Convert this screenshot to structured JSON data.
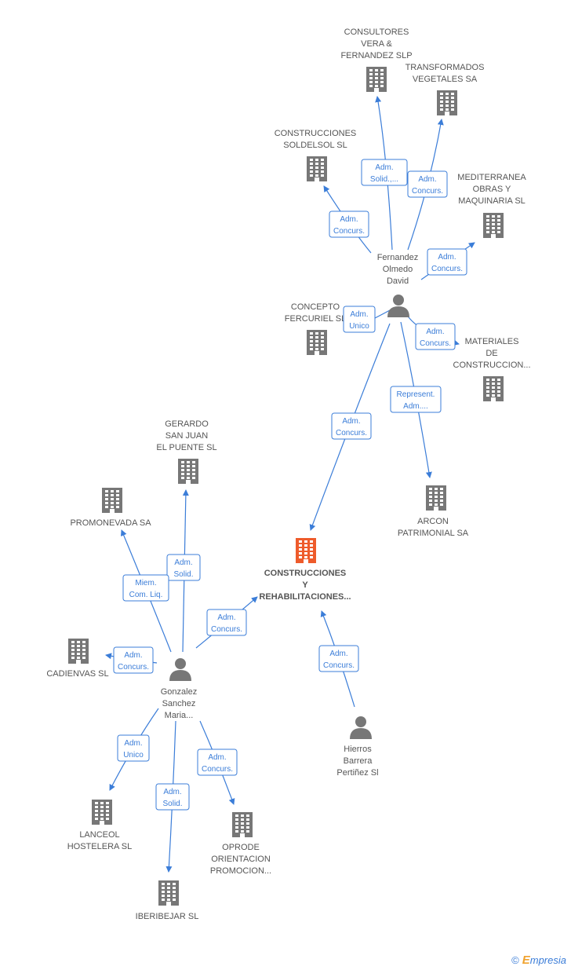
{
  "colors": {
    "node": "#777777",
    "focus": "#ee5b2b",
    "edge": "#3b7dd8",
    "text": "#555555"
  },
  "nodes": [
    {
      "id": "consultores",
      "type": "company",
      "label": [
        "CONSULTORES",
        "VERA &",
        "FERNANDEZ  SLP"
      ]
    },
    {
      "id": "transformados",
      "type": "company",
      "label": [
        "TRANSFORMADOS",
        "VEGETALES SA"
      ]
    },
    {
      "id": "soldelsol",
      "type": "company",
      "label": [
        "CONSTRUCCIONES",
        "SOLDELSOL SL"
      ]
    },
    {
      "id": "mediterranea",
      "type": "company",
      "label": [
        "MEDITERRANEA",
        "OBRAS Y",
        "MAQUINARIA SL"
      ]
    },
    {
      "id": "fernandez",
      "type": "person",
      "label": [
        "Fernandez",
        "Olmedo",
        "David"
      ]
    },
    {
      "id": "concepto",
      "type": "company",
      "label": [
        "CONCEPTO",
        "FERCURIEL SL"
      ]
    },
    {
      "id": "materiales",
      "type": "company",
      "label": [
        "MATERIALES",
        "DE",
        "CONSTRUCCION..."
      ]
    },
    {
      "id": "arcon",
      "type": "company",
      "label": [
        "ARCON",
        "PATRIMONIAL SA"
      ]
    },
    {
      "id": "main",
      "type": "focus",
      "label": [
        "CONSTRUCCIONES",
        "Y",
        "REHABILITACIONES..."
      ]
    },
    {
      "id": "gerardo",
      "type": "company",
      "label": [
        "GERARDO",
        "SAN JUAN",
        "EL PUENTE SL"
      ]
    },
    {
      "id": "promonevada",
      "type": "company",
      "label": [
        "PROMONEVADA SA"
      ]
    },
    {
      "id": "cadienvas",
      "type": "company",
      "label": [
        "CADIENVAS SL"
      ]
    },
    {
      "id": "gonzalez",
      "type": "person",
      "label": [
        "Gonzalez",
        "Sanchez",
        "Maria..."
      ]
    },
    {
      "id": "hierros",
      "type": "person",
      "label": [
        "Hierros",
        "Barrera",
        "Pertiñez Sl"
      ]
    },
    {
      "id": "lanceol",
      "type": "company",
      "label": [
        "LANCEOL",
        "HOSTELERA SL"
      ]
    },
    {
      "id": "oprode",
      "type": "company",
      "label": [
        "OPRODE",
        "ORIENTACION",
        "PROMOCION..."
      ]
    },
    {
      "id": "iberibejar",
      "type": "company",
      "label": [
        "IBERIBEJAR SL"
      ]
    }
  ],
  "edges": [
    {
      "from": "fernandez",
      "to": "consultores",
      "label": [
        "Adm.",
        "Solid.,..."
      ]
    },
    {
      "from": "fernandez",
      "to": "transformados",
      "label": [
        "Adm.",
        "Concurs."
      ]
    },
    {
      "from": "fernandez",
      "to": "soldelsol",
      "label": [
        "Adm.",
        "Concurs."
      ]
    },
    {
      "from": "fernandez",
      "to": "mediterranea",
      "label": [
        "Adm.",
        "Concurs."
      ]
    },
    {
      "from": "fernandez",
      "to": "concepto",
      "label": [
        "Adm.",
        "Unico"
      ]
    },
    {
      "from": "fernandez",
      "to": "materiales",
      "label": [
        "Adm.",
        "Concurs."
      ]
    },
    {
      "from": "fernandez",
      "to": "arcon",
      "label": [
        "Represent.",
        "Adm...."
      ]
    },
    {
      "from": "fernandez",
      "to": "main",
      "label": [
        "Adm.",
        "Concurs."
      ]
    },
    {
      "from": "gonzalez",
      "to": "gerardo",
      "label": [
        "Adm.",
        "Solid."
      ]
    },
    {
      "from": "gonzalez",
      "to": "promonevada",
      "label": [
        "Miem.",
        "Com. Liq."
      ]
    },
    {
      "from": "gonzalez",
      "to": "main",
      "label": [
        "Adm.",
        "Concurs."
      ]
    },
    {
      "from": "gonzalez",
      "to": "cadienvas",
      "label": [
        "Adm.",
        "Concurs."
      ]
    },
    {
      "from": "gonzalez",
      "to": "lanceol",
      "label": [
        "Adm.",
        "Unico"
      ]
    },
    {
      "from": "gonzalez",
      "to": "iberibejar",
      "label": [
        "Adm.",
        "Solid."
      ]
    },
    {
      "from": "gonzalez",
      "to": "oprode",
      "label": [
        "Adm.",
        "Concurs."
      ]
    },
    {
      "from": "hierros",
      "to": "main",
      "label": [
        "Adm.",
        "Concurs."
      ]
    }
  ],
  "footer": {
    "copyright": "©",
    "brand_initial": "E",
    "brand_rest": "mpresia"
  }
}
